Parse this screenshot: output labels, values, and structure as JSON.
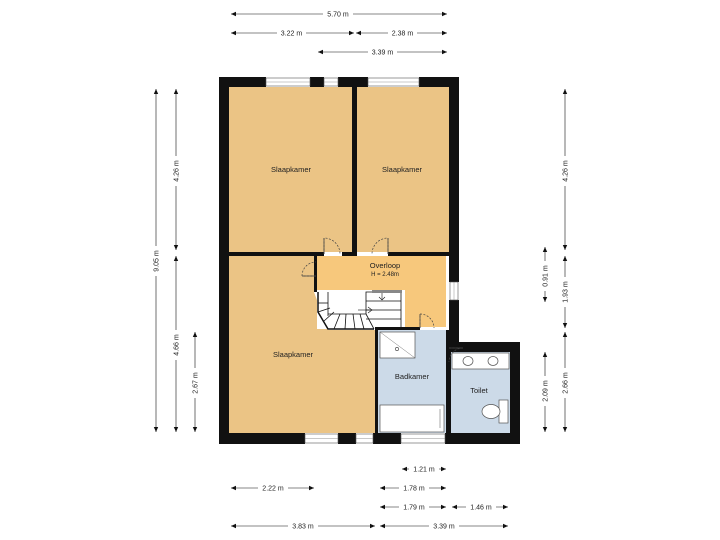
{
  "rooms": {
    "bedroom_top_left": "Slaapkamer",
    "bedroom_top_right": "Slaapkamer",
    "bedroom_bottom": "Slaapkamer",
    "landing": "Overloop",
    "landing_height": "H = 2.48m",
    "bathroom": "Badkamer",
    "toilet": "Toilet"
  },
  "dimensions": {
    "top_total": "5.70 m",
    "top_left": "3.22 m",
    "top_right": "2.38 m",
    "top_second": "3.39 m",
    "left_total": "9.05 m",
    "left_upper": "4.26 m",
    "left_lower": "4.66 m",
    "left_inner": "2.67 m",
    "right_upper": "4.26 m",
    "right_small": "0.91 m",
    "right_mid": "1.93 m",
    "right_lower": "2.66 m",
    "right_inner": "2.09 m",
    "bottom_1": "1.21 m",
    "bottom_2a": "2.22 m",
    "bottom_2b": "1.78 m",
    "bottom_3a": "1.79 m",
    "bottom_3b": "1.46 m",
    "bottom_4a": "3.83 m",
    "bottom_4b": "3.39 m"
  },
  "colors": {
    "bedroom": "#EBC485",
    "landing": "#F7C87C",
    "bathroom": "#CCDAE8",
    "wall": "#111111"
  }
}
